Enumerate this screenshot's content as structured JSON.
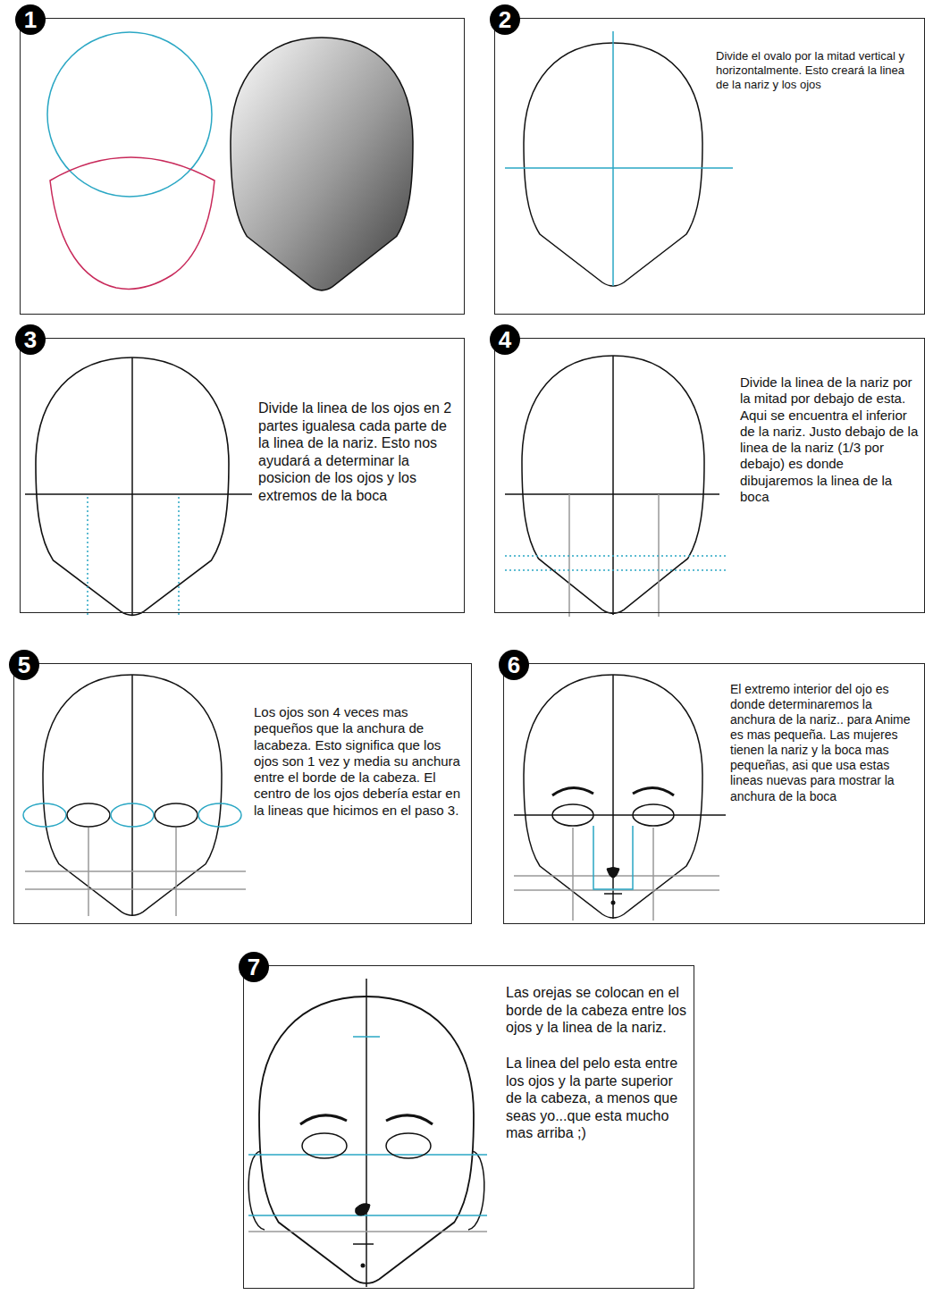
{
  "diagram": {
    "nodes": [
      {
        "text": [
          "1"
        ]
      },
      {
        "text": [
          "2",
          "Divide el ovalo por la mitad vertical y horizontalmente. Esto creará la linea de la nariz y los ojos"
        ]
      },
      {
        "text": [
          "3",
          "Divide la linea de los ojos en 2 partes igualesa cada parte de la linea de la nariz. Esto nos ayudará a determinar la posicion de los ojos y los extremos de la boca"
        ]
      },
      {
        "text": [
          "4",
          "Divide la linea de la nariz por la mitad por debajo de esta. Aqui se encuentra el inferior de la nariz. Justo debajo de la linea de la nariz (1/3 por debajo) es donde dibujaremos la linea de la boca"
        ]
      },
      {
        "text": [
          "5",
          "Los ojos son 4 veces mas pequeños que la anchura de lacabeza. Esto significa que los ojos son 1 vez y media su anchura entre el borde de la cabeza. El centro de los ojos debería estar en la lineas que hicimos en el paso 3."
        ]
      },
      {
        "text": [
          "6",
          "El extremo interior del ojo es donde determinaremos la anchura de la nariz.. para Anime es mas pequeña. Las mujeres tienen la nariz y la boca mas pequeñas, asi que usa estas lineas nuevas para mostrar la anchura de la boca"
        ]
      },
      {
        "text": [
          "7",
          "Las orejas se colocan en el borde de la cabeza entre los ojos y la linea de la nariz.",
          "La linea del pelo esta entre los ojos y la parte superior de la cabeza, a menos que seas yo...que esta mucho mas arriba ;)"
        ]
      }
    ]
  }
}
